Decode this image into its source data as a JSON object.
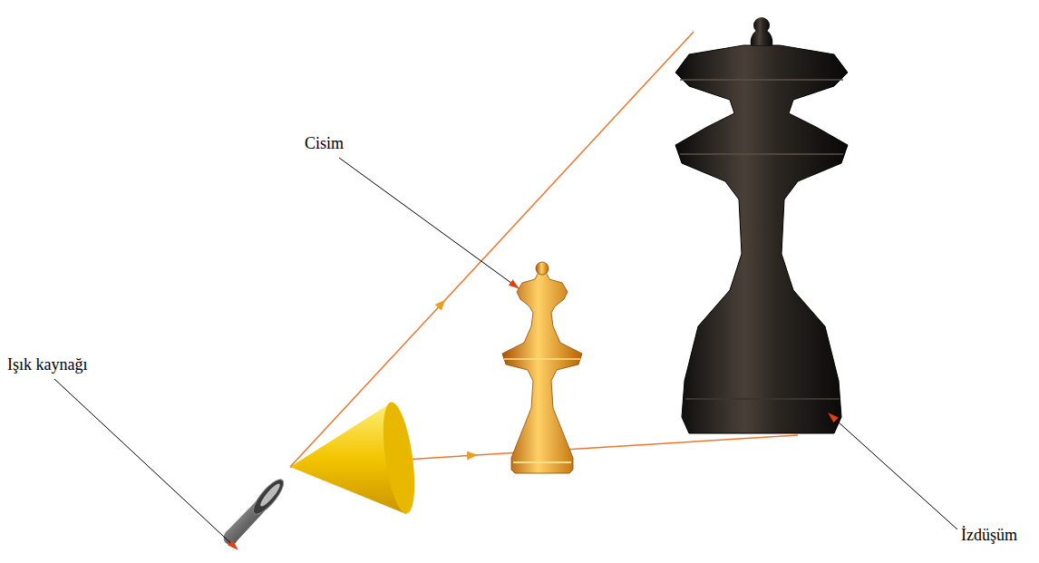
{
  "diagram": {
    "labels": [
      "Cisim",
      "Işık kaynağı",
      "İzdüşüm"
    ]
  }
}
